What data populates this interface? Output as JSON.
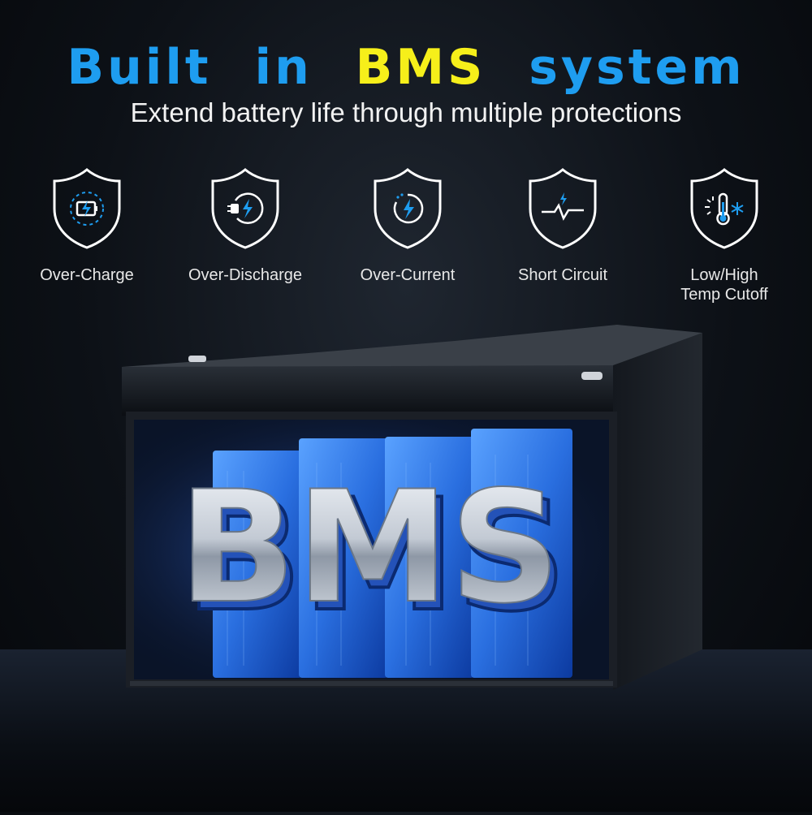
{
  "header": {
    "title_part1": "Built",
    "title_part2": "in",
    "title_part3": "BMS",
    "title_part4": "system",
    "subtitle": "Extend battery life through multiple protections"
  },
  "features": [
    {
      "label": "Over-Charge",
      "icon": "battery-charge-icon"
    },
    {
      "label": "Over-Discharge",
      "icon": "plug-discharge-icon"
    },
    {
      "label": "Over-Current",
      "icon": "current-bolt-icon"
    },
    {
      "label": "Short Circuit",
      "icon": "pulse-wave-icon"
    },
    {
      "label_line1": "Low/High",
      "label_line2": "Temp Cutoff",
      "icon": "thermometer-icon"
    }
  ],
  "battery": {
    "logo_text": "BMS"
  },
  "colors": {
    "accent_blue": "#1e9df0",
    "accent_yellow": "#f6ef1a",
    "cell_blue": "#2a6fe0"
  }
}
